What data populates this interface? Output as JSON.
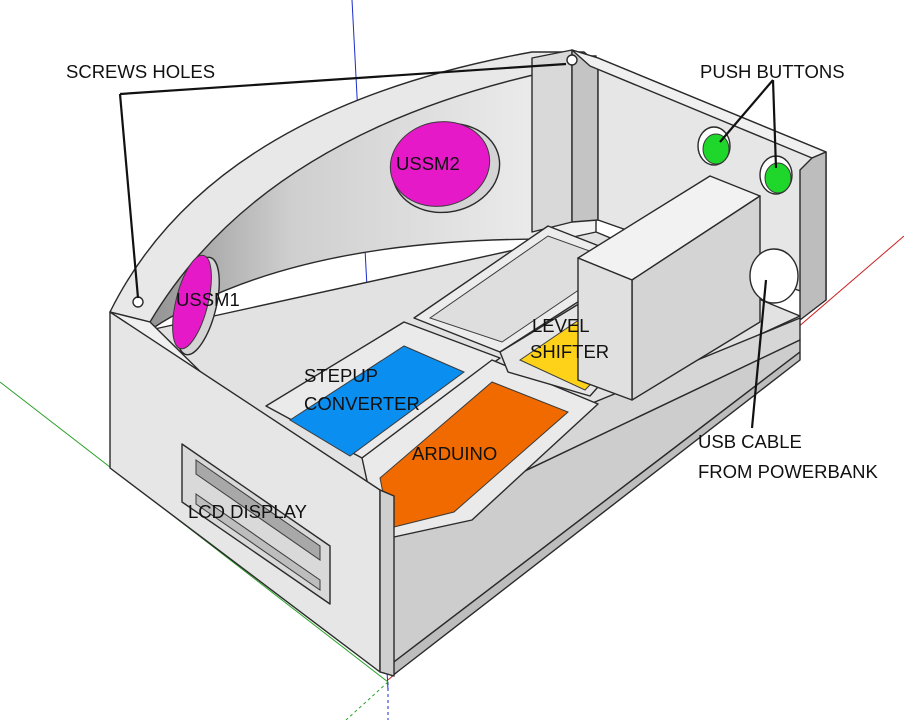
{
  "labels": {
    "screw_holes": "SCREWS HOLES",
    "push_buttons": "PUSH BUTTONS",
    "ussm1": "USSM1",
    "ussm2": "USSM2",
    "level": "LEVEL",
    "shifter": "SHIFTER",
    "stepup": "STEPUP",
    "converter": "CONVERTER",
    "arduino": "ARDUINO",
    "usb_cable": "USB CABLE",
    "from_powerbank": "FROM POWERBANK",
    "lcd_display": "LCD DISPLAY"
  },
  "colors": {
    "box_light": "#e4e4e4",
    "box_mid": "#d0d0d0",
    "box_dark": "#b8b8b8",
    "sensor": "#e619c8",
    "button": "#1fd62a",
    "stepup": "#0a8ef0",
    "arduino": "#f06a00",
    "level_shifter": "#ffd21a",
    "axis_blue": "#1a2bcc",
    "axis_red": "#cc2222",
    "axis_green": "#2aa02a"
  }
}
